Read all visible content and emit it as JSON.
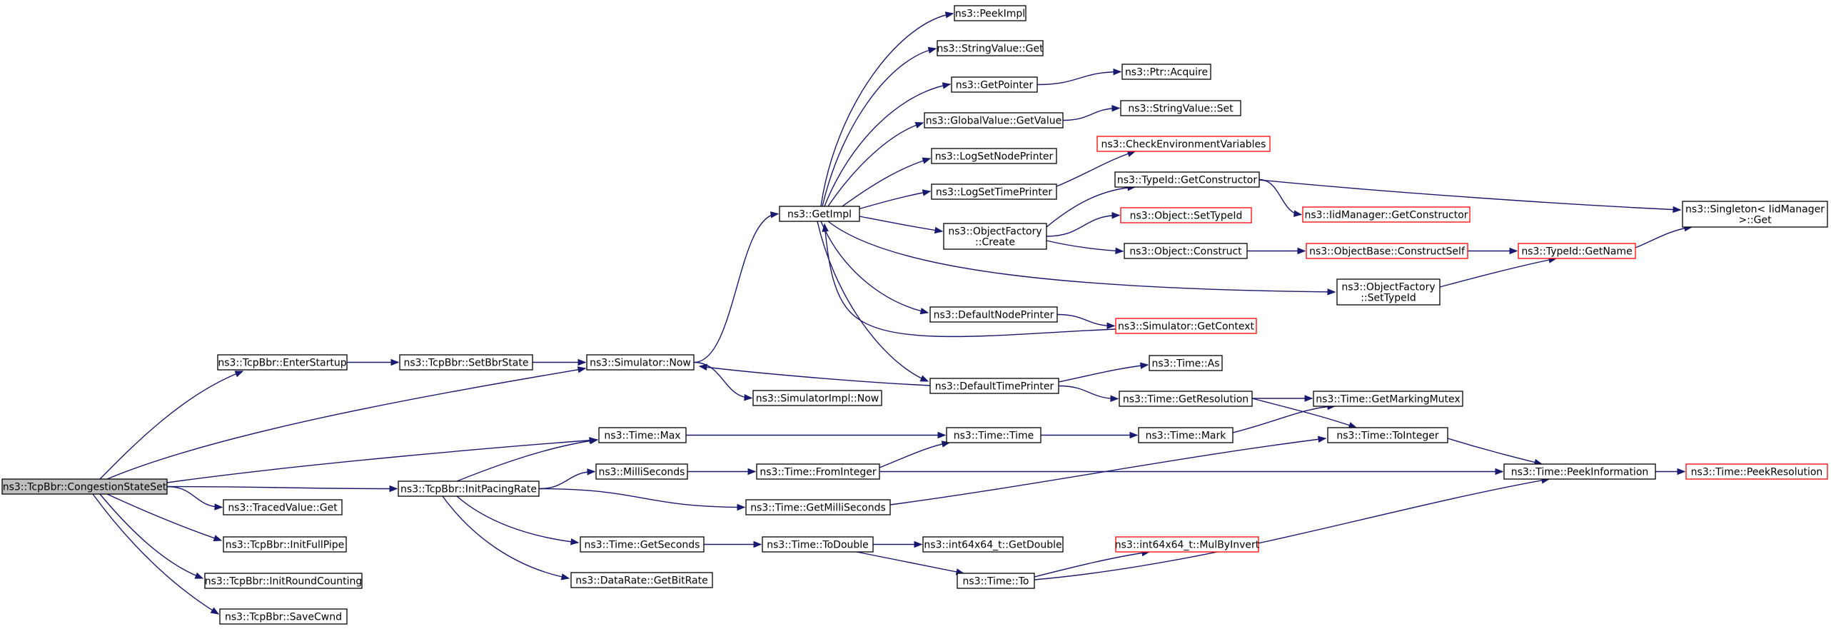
{
  "diagram": {
    "type": "call-graph",
    "colors": {
      "edge": "#191970",
      "root_fill": "#bfbfbf",
      "node_border": "#000000",
      "truncated_border": "#ff0000"
    },
    "nodes": [
      {
        "id": "congestion",
        "lines": [
          "ns3::TcpBbr::CongestionStateSet"
        ],
        "root": true
      },
      {
        "id": "enterstartup",
        "lines": [
          "ns3::TcpBbr::EnterStartup"
        ]
      },
      {
        "id": "setbbrstate",
        "lines": [
          "ns3::TcpBbr::SetBbrState"
        ]
      },
      {
        "id": "simnow",
        "lines": [
          "ns3::Simulator::Now"
        ]
      },
      {
        "id": "simimplnow",
        "lines": [
          "ns3::SimulatorImpl::Now"
        ]
      },
      {
        "id": "getimpl",
        "lines": [
          "ns3::GetImpl"
        ]
      },
      {
        "id": "peekimpl",
        "lines": [
          "ns3::PeekImpl"
        ]
      },
      {
        "id": "strvalget",
        "lines": [
          "ns3::StringValue::Get"
        ]
      },
      {
        "id": "getpointer",
        "lines": [
          "ns3::GetPointer"
        ]
      },
      {
        "id": "ptracquire",
        "lines": [
          "ns3::Ptr::Acquire"
        ]
      },
      {
        "id": "gvgetvalue",
        "lines": [
          "ns3::GlobalValue::GetValue"
        ]
      },
      {
        "id": "strvalset",
        "lines": [
          "ns3::StringValue::Set"
        ]
      },
      {
        "id": "logsetnode",
        "lines": [
          "ns3::LogSetNodePrinter"
        ]
      },
      {
        "id": "checkenv",
        "lines": [
          "ns3::CheckEnvironmentVariables"
        ],
        "truncated": true
      },
      {
        "id": "logsettime",
        "lines": [
          "ns3::LogSetTimePrinter"
        ]
      },
      {
        "id": "typeidgetctor",
        "lines": [
          "ns3::TypeId::GetConstructor"
        ]
      },
      {
        "id": "iidgetctor",
        "lines": [
          "ns3::IidManager::GetConstructor"
        ],
        "truncated": true
      },
      {
        "id": "singleton",
        "lines": [
          "ns3::Singleton< IidManager",
          ">::Get"
        ]
      },
      {
        "id": "ofcreate",
        "lines": [
          "ns3::ObjectFactory",
          "::Create"
        ]
      },
      {
        "id": "objsettypeid",
        "lines": [
          "ns3::Object::SetTypeId"
        ],
        "truncated": true
      },
      {
        "id": "objconstruct",
        "lines": [
          "ns3::Object::Construct"
        ]
      },
      {
        "id": "objbaseconstruct",
        "lines": [
          "ns3::ObjectBase::ConstructSelf"
        ],
        "truncated": true
      },
      {
        "id": "typeidgetname",
        "lines": [
          "ns3::TypeId::GetName"
        ],
        "truncated": true
      },
      {
        "id": "ofsettypeid",
        "lines": [
          "ns3::ObjectFactory",
          "::SetTypeId"
        ]
      },
      {
        "id": "defnodeprinter",
        "lines": [
          "ns3::DefaultNodePrinter"
        ]
      },
      {
        "id": "simgetcontext",
        "lines": [
          "ns3::Simulator::GetContext"
        ],
        "truncated": true
      },
      {
        "id": "deftimeprinter",
        "lines": [
          "ns3::DefaultTimePrinter"
        ]
      },
      {
        "id": "timeas",
        "lines": [
          "ns3::Time::As"
        ]
      },
      {
        "id": "timegetres",
        "lines": [
          "ns3::Time::GetResolution"
        ]
      },
      {
        "id": "timegetmutex",
        "lines": [
          "ns3::Time::GetMarkingMutex"
        ]
      },
      {
        "id": "timemax",
        "lines": [
          "ns3::Time::Max"
        ]
      },
      {
        "id": "timetime",
        "lines": [
          "ns3::Time::Time"
        ]
      },
      {
        "id": "timemark",
        "lines": [
          "ns3::Time::Mark"
        ]
      },
      {
        "id": "timetoint",
        "lines": [
          "ns3::Time::ToInteger"
        ]
      },
      {
        "id": "initpacing",
        "lines": [
          "ns3::TcpBbr::InitPacingRate"
        ]
      },
      {
        "id": "milliseconds",
        "lines": [
          "ns3::MilliSeconds"
        ]
      },
      {
        "id": "fromint",
        "lines": [
          "ns3::Time::FromInteger"
        ]
      },
      {
        "id": "peekinfo",
        "lines": [
          "ns3::Time::PeekInformation"
        ]
      },
      {
        "id": "peekres",
        "lines": [
          "ns3::Time::PeekResolution"
        ],
        "truncated": true
      },
      {
        "id": "getmillis",
        "lines": [
          "ns3::Time::GetMilliSeconds"
        ]
      },
      {
        "id": "tracedget",
        "lines": [
          "ns3::TracedValue::Get"
        ]
      },
      {
        "id": "getseconds",
        "lines": [
          "ns3::Time::GetSeconds"
        ]
      },
      {
        "id": "todouble",
        "lines": [
          "ns3::Time::ToDouble"
        ]
      },
      {
        "id": "i64getdouble",
        "lines": [
          "ns3::int64x64_t::GetDouble"
        ]
      },
      {
        "id": "i64mulbyinv",
        "lines": [
          "ns3::int64x64_t::MulByInvert"
        ],
        "truncated": true
      },
      {
        "id": "timeto",
        "lines": [
          "ns3::Time::To"
        ]
      },
      {
        "id": "initfullpipe",
        "lines": [
          "ns3::TcpBbr::InitFullPipe"
        ]
      },
      {
        "id": "datarate",
        "lines": [
          "ns3::DataRate::GetBitRate"
        ]
      },
      {
        "id": "initround",
        "lines": [
          "ns3::TcpBbr::InitRoundCounting"
        ]
      },
      {
        "id": "savecwnd",
        "lines": [
          "ns3::TcpBbr::SaveCwnd"
        ]
      }
    ],
    "edges": [
      {
        "from": "congestion",
        "to": "enterstartup"
      },
      {
        "from": "congestion",
        "to": "simnow"
      },
      {
        "from": "congestion",
        "to": "timemax"
      },
      {
        "from": "congestion",
        "to": "initpacing"
      },
      {
        "from": "congestion",
        "to": "tracedget"
      },
      {
        "from": "congestion",
        "to": "initfullpipe"
      },
      {
        "from": "congestion",
        "to": "initround"
      },
      {
        "from": "congestion",
        "to": "savecwnd"
      },
      {
        "from": "enterstartup",
        "to": "setbbrstate"
      },
      {
        "from": "setbbrstate",
        "to": "simnow"
      },
      {
        "from": "simnow",
        "to": "getimpl"
      },
      {
        "from": "simnow",
        "to": "simimplnow"
      },
      {
        "from": "getimpl",
        "to": "peekimpl"
      },
      {
        "from": "getimpl",
        "to": "strvalget"
      },
      {
        "from": "getimpl",
        "to": "getpointer"
      },
      {
        "from": "getimpl",
        "to": "gvgetvalue"
      },
      {
        "from": "getimpl",
        "to": "logsetnode"
      },
      {
        "from": "getimpl",
        "to": "logsettime"
      },
      {
        "from": "getimpl",
        "to": "ofcreate"
      },
      {
        "from": "getimpl",
        "to": "ofsettypeid"
      },
      {
        "from": "getimpl",
        "to": "defnodeprinter"
      },
      {
        "from": "getimpl",
        "to": "deftimeprinter"
      },
      {
        "from": "getpointer",
        "to": "ptracquire"
      },
      {
        "from": "gvgetvalue",
        "to": "strvalset"
      },
      {
        "from": "logsettime",
        "to": "checkenv"
      },
      {
        "from": "ofcreate",
        "to": "typeidgetctor"
      },
      {
        "from": "ofcreate",
        "to": "objsettypeid"
      },
      {
        "from": "ofcreate",
        "to": "objconstruct"
      },
      {
        "from": "typeidgetctor",
        "to": "iidgetctor"
      },
      {
        "from": "typeidgetctor",
        "to": "singleton"
      },
      {
        "from": "objconstruct",
        "to": "objbaseconstruct"
      },
      {
        "from": "objbaseconstruct",
        "to": "typeidgetname"
      },
      {
        "from": "typeidgetname",
        "to": "singleton"
      },
      {
        "from": "ofsettypeid",
        "to": "typeidgetname"
      },
      {
        "from": "defnodeprinter",
        "to": "simgetcontext"
      },
      {
        "from": "simgetcontext",
        "to": "getimpl"
      },
      {
        "from": "deftimeprinter",
        "to": "simnow"
      },
      {
        "from": "deftimeprinter",
        "to": "timeas"
      },
      {
        "from": "deftimeprinter",
        "to": "timegetres"
      },
      {
        "from": "timegetres",
        "to": "timegetmutex"
      },
      {
        "from": "timegetres",
        "to": "timetoint"
      },
      {
        "from": "timemax",
        "to": "timetime"
      },
      {
        "from": "timetime",
        "to": "timemark"
      },
      {
        "from": "timemark",
        "to": "timegetmutex"
      },
      {
        "from": "timetoint",
        "to": "peekinfo"
      },
      {
        "from": "initpacing",
        "to": "timemax"
      },
      {
        "from": "initpacing",
        "to": "milliseconds"
      },
      {
        "from": "initpacing",
        "to": "getmillis"
      },
      {
        "from": "initpacing",
        "to": "getseconds"
      },
      {
        "from": "initpacing",
        "to": "datarate"
      },
      {
        "from": "milliseconds",
        "to": "fromint"
      },
      {
        "from": "fromint",
        "to": "timetime"
      },
      {
        "from": "fromint",
        "to": "peekinfo"
      },
      {
        "from": "getmillis",
        "to": "timetoint"
      },
      {
        "from": "peekinfo",
        "to": "peekres"
      },
      {
        "from": "getseconds",
        "to": "todouble"
      },
      {
        "from": "todouble",
        "to": "i64getdouble"
      },
      {
        "from": "todouble",
        "to": "timeto"
      },
      {
        "from": "timeto",
        "to": "i64mulbyinv"
      },
      {
        "from": "timeto",
        "to": "peekinfo"
      }
    ]
  }
}
